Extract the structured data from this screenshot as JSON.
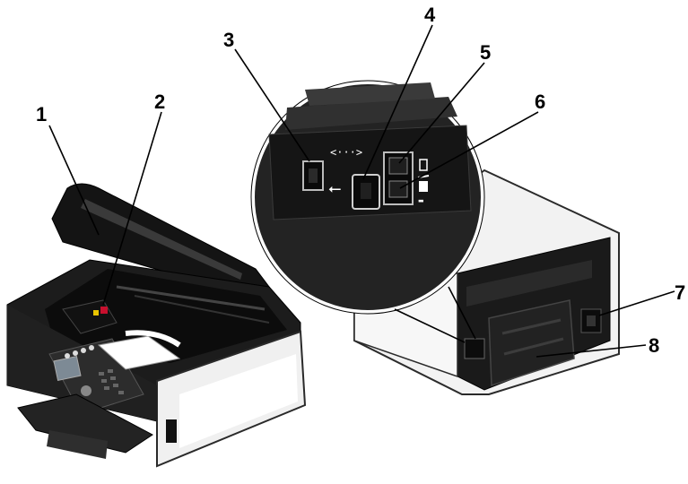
{
  "diagram": {
    "callouts": [
      {
        "id": "1",
        "label": "1"
      },
      {
        "id": "2",
        "label": "2"
      },
      {
        "id": "3",
        "label": "3"
      },
      {
        "id": "4",
        "label": "4"
      },
      {
        "id": "5",
        "label": "5"
      },
      {
        "id": "6",
        "label": "6"
      },
      {
        "id": "7",
        "label": "7"
      },
      {
        "id": "8",
        "label": "8"
      }
    ],
    "colors": {
      "printer_body": "#1c1c1c",
      "printer_shell": "#f0f0f0",
      "port_panel": "#151515",
      "accent_red": "#c8102e",
      "accent_yellow": "#e8c400",
      "outline": "#000000"
    }
  }
}
